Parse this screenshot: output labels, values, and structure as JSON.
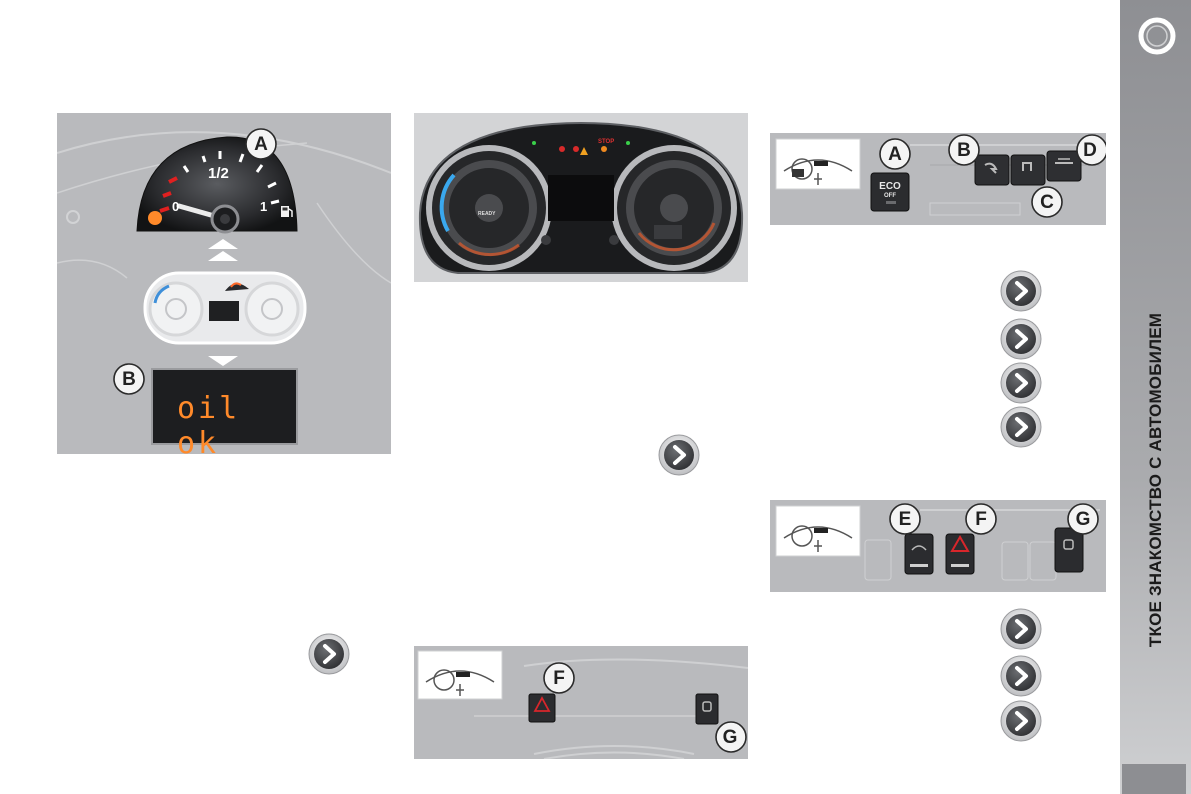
{
  "sidebar": {
    "title": "ТКОЕ ЗНАКОМСТВО С АВТОМОБИЛЕМ"
  },
  "fig_fuel": {
    "labels": {
      "a": "A",
      "b": "B"
    },
    "gauge": {
      "half": "1/2",
      "full": "1",
      "empty": "0"
    },
    "display_text": "oil ok"
  },
  "fig_cluster": {
    "labels": {
      "stop": "STOP",
      "ready": "READY"
    }
  },
  "fig_top_buttons": {
    "labels": {
      "a": "A",
      "b": "B",
      "c": "C",
      "d": "D"
    },
    "eco_button": {
      "line1": "ECO",
      "line2": "OFF"
    }
  },
  "fig_mid_buttons": {
    "labels": {
      "e": "E",
      "f": "F",
      "g": "G"
    }
  },
  "fig_bottom_buttons": {
    "labels": {
      "f": "F",
      "g": "G"
    }
  },
  "icons": {
    "nav": "chevron-right-circle-icon",
    "logo": "ring-icon",
    "hazard": "hazard-triangle-icon",
    "lock": "lock-icon"
  },
  "colors": {
    "sidebar": "#8e8f93",
    "figure_bg": "#b9babd",
    "display_orange": "#ff8a2a",
    "hazard_red": "#d8262b",
    "nav_dark": "#4a4c50"
  }
}
